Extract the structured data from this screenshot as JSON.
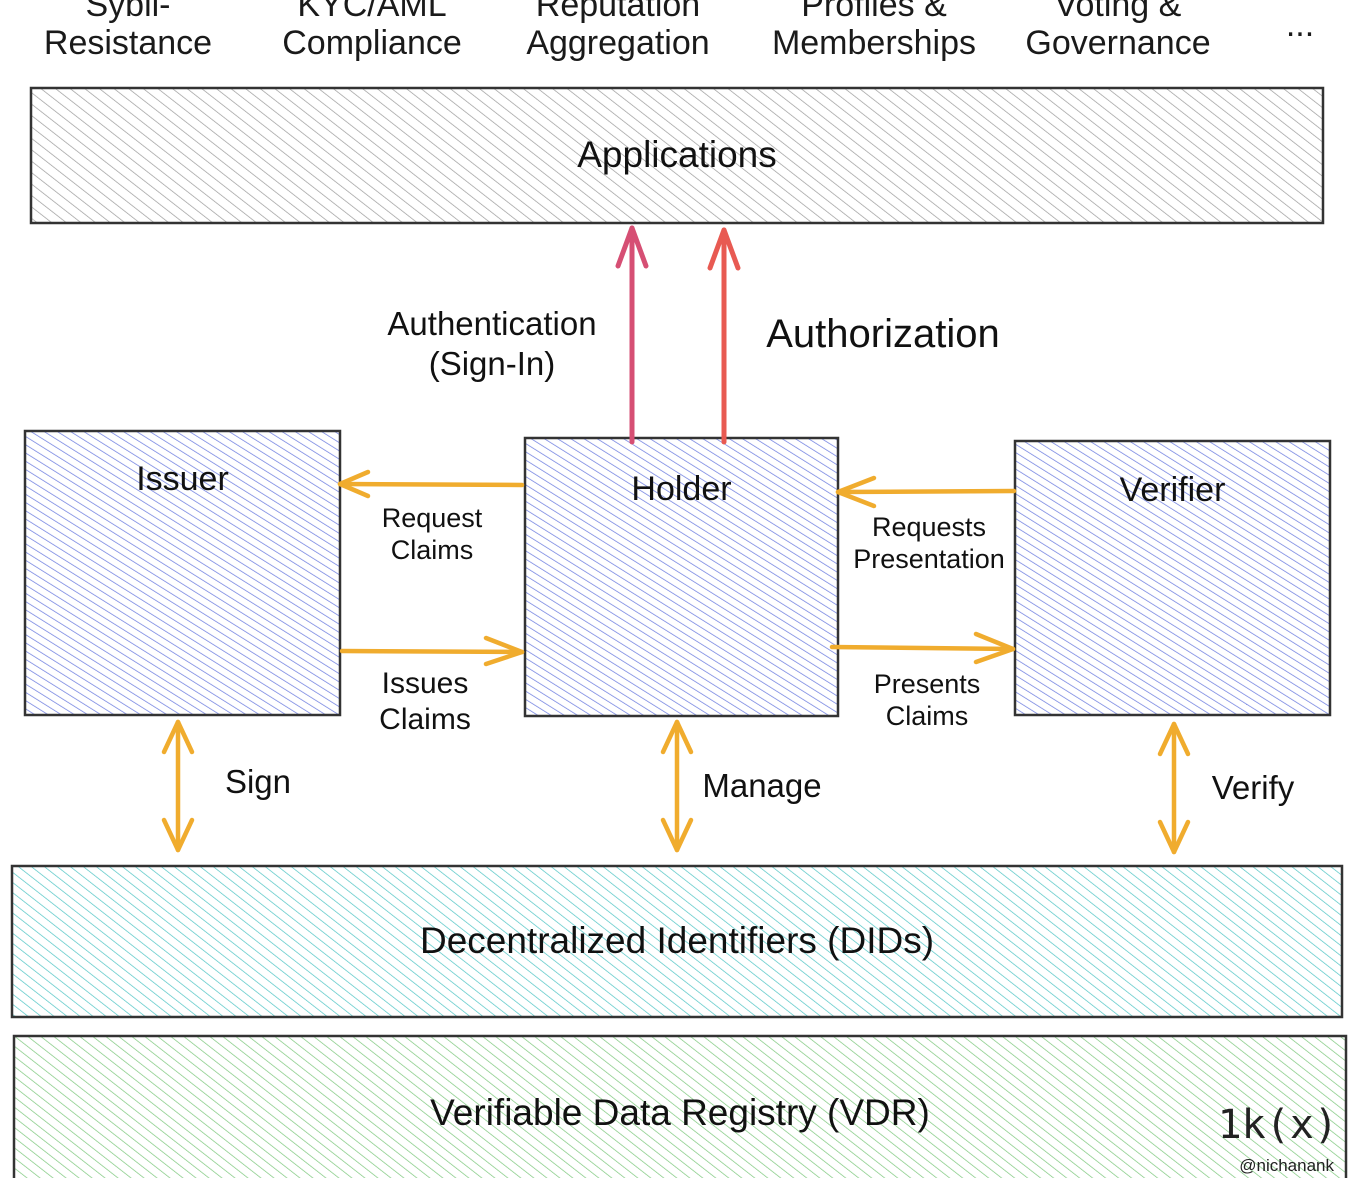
{
  "top_categories": [
    "Sybil-\nResistance",
    "KYC/AML\nCompliance",
    "Reputation\nAggregation",
    "Profiles &\nMemberships",
    "Voting &\nGovernance",
    "..."
  ],
  "layers": {
    "applications": "Applications",
    "dids": "Decentralized Identifiers (DIDs)",
    "vdr": "Verifiable Data Registry (VDR)"
  },
  "roles": {
    "issuer": "Issuer",
    "holder": "Holder",
    "verifier": "Verifier"
  },
  "flows": {
    "authentication": "Authentication\n(Sign-In)",
    "authorization": "Authorization",
    "request_claims": "Request\nClaims",
    "issues_claims": "Issues\nClaims",
    "requests_presentation": "Requests\nPresentation",
    "presents_claims": "Presents\nClaims",
    "sign": "Sign",
    "manage": "Manage",
    "verify": "Verify"
  },
  "branding": {
    "logo": "1k(x)",
    "handle": "@nichanank"
  },
  "colors": {
    "applications_hatch": "#9a9a9a",
    "role_hatch": "#6f7fe0",
    "did_hatch": "#4fc4c4",
    "vdr_hatch": "#7cc77c",
    "arrow_orange": "#f0ac2e",
    "arrow_auth": "#d64f74",
    "arrow_authz": "#e85a52"
  }
}
